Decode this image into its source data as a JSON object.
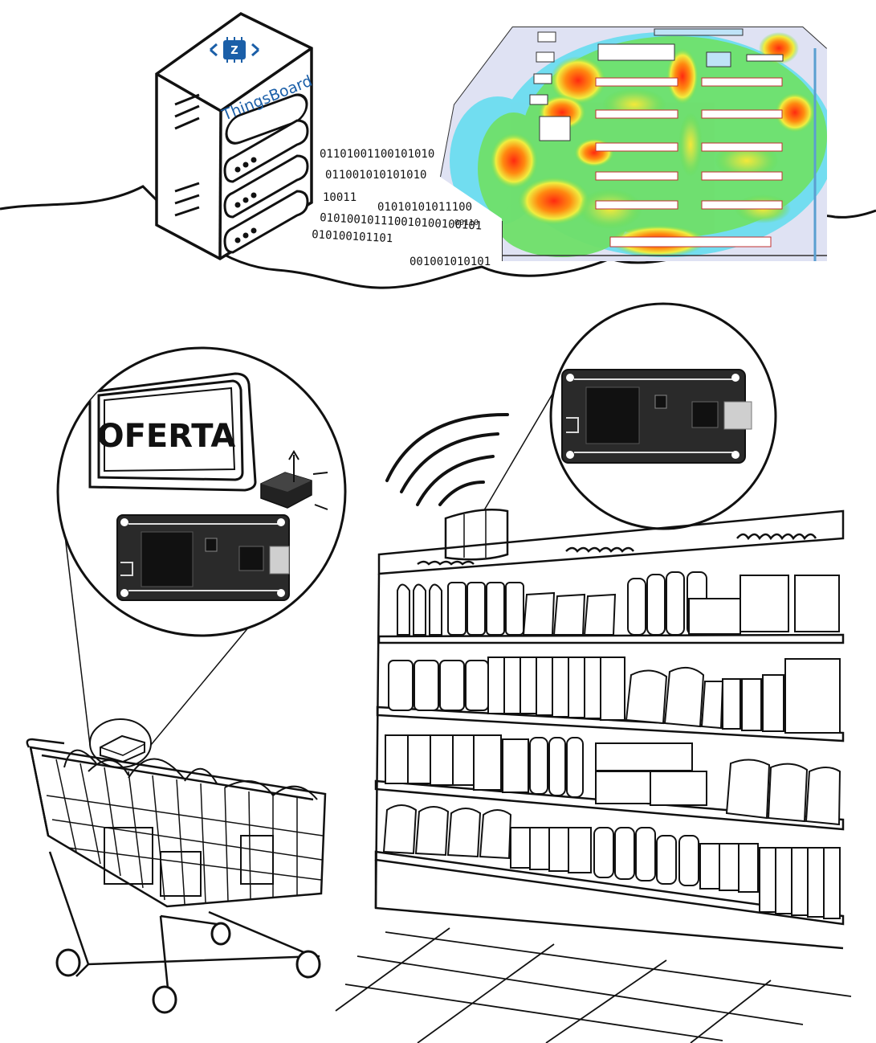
{
  "server": {
    "brand_label": "ThingsBoard",
    "icon": "thingsboard-logo-icon"
  },
  "binary_stream": [
    "01101001100101010",
    "011001010101010",
    "10011",
    "01010101011100",
    "00110",
    "010100101110010100100101",
    "010100101101",
    "001001010101"
  ],
  "sign": {
    "text": "OFERTA"
  },
  "heatmap": {
    "colors": [
      "#d8dcf0",
      "#60e0f0",
      "#70e070",
      "#e8f040",
      "#ff3010"
    ]
  },
  "colors": {
    "ink": "#111111",
    "board": "#2a2a2a",
    "heat_hot": "#ff3010",
    "heat_warm": "#f5e83a",
    "heat_mid": "#66dd55"
  }
}
